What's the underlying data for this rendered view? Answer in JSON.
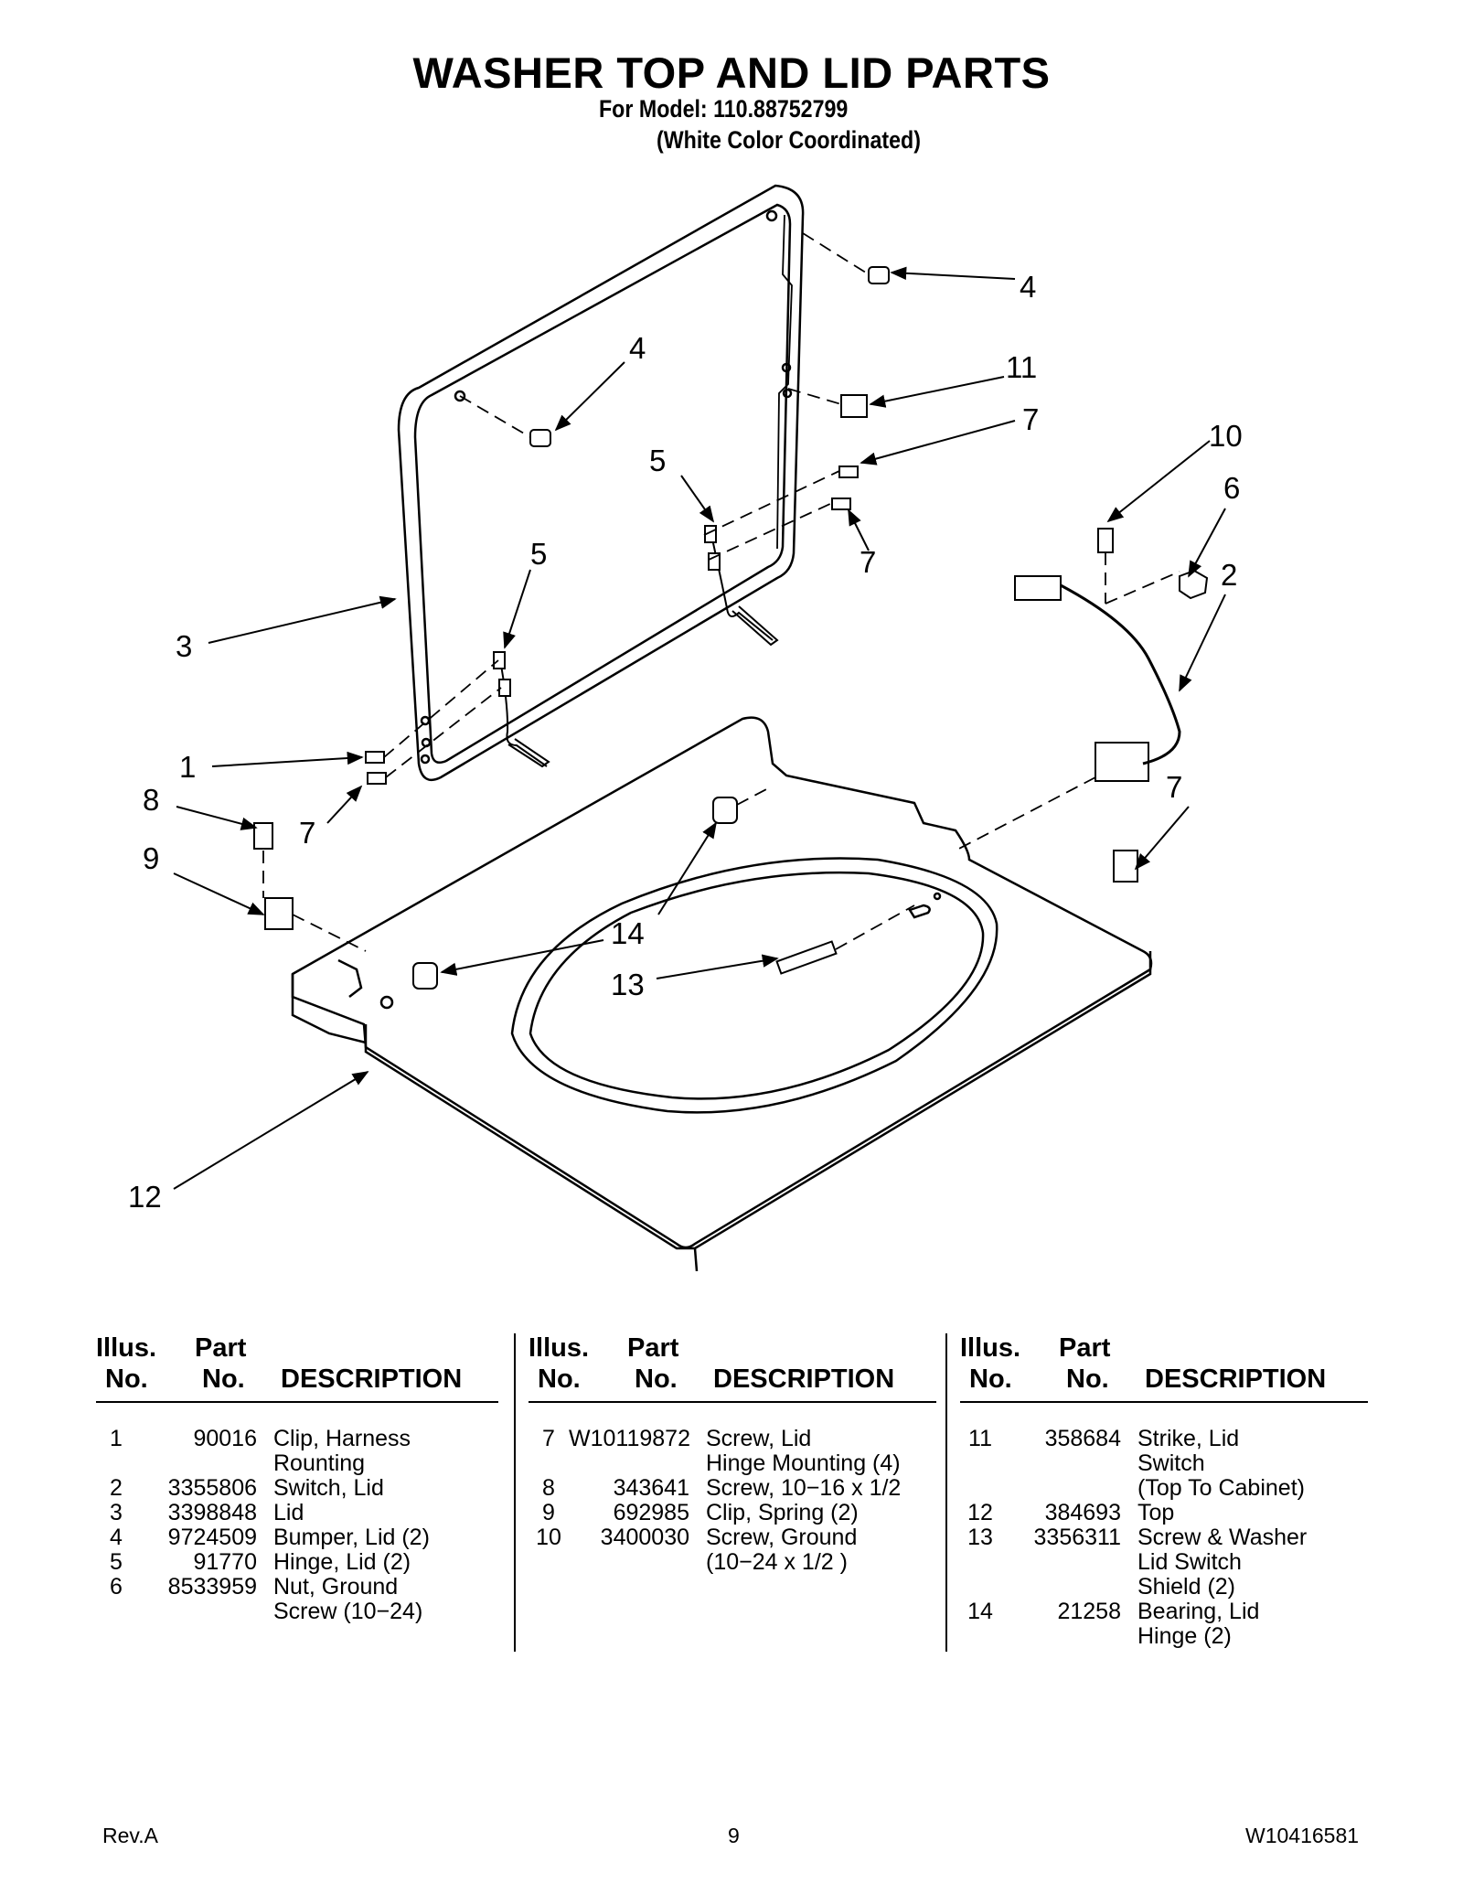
{
  "header": {
    "title": "WASHER TOP AND LID PARTS",
    "model_line": "For Model: 110.88752799",
    "color_line": "(White Color Coordinated)"
  },
  "diagram": {
    "callouts": [
      "4",
      "4",
      "11",
      "7",
      "10",
      "5",
      "6",
      "7",
      "2",
      "5",
      "3",
      "7",
      "1",
      "8",
      "7",
      "9",
      "14",
      "13",
      "12"
    ]
  },
  "table": {
    "headers": {
      "illus_line1": "Illus.",
      "illus_line2": "No.",
      "part_line1": "Part",
      "part_line2": "No.",
      "description": "DESCRIPTION"
    },
    "columns": [
      [
        {
          "illus": "1",
          "part": "90016",
          "desc": "Clip, Harness\nRounting"
        },
        {
          "illus": "2",
          "part": "3355806",
          "desc": "Switch, Lid"
        },
        {
          "illus": "3",
          "part": "3398848",
          "desc": "Lid"
        },
        {
          "illus": "4",
          "part": "9724509",
          "desc": "Bumper, Lid (2)"
        },
        {
          "illus": "5",
          "part": "91770",
          "desc": "Hinge, Lid (2)"
        },
        {
          "illus": "6",
          "part": "8533959",
          "desc": "Nut, Ground\nScrew (10−24)"
        }
      ],
      [
        {
          "illus": "7",
          "part": "W10119872",
          "desc": "Screw, Lid\nHinge Mounting (4)"
        },
        {
          "illus": "8",
          "part": "343641",
          "desc": "Screw, 10−16 x 1/2"
        },
        {
          "illus": "9",
          "part": "692985",
          "desc": "Clip, Spring (2)"
        },
        {
          "illus": "10",
          "part": "3400030",
          "desc": "Screw, Ground\n(10−24 x 1/2 )"
        }
      ],
      [
        {
          "illus": "11",
          "part": "358684",
          "desc": "Strike, Lid\nSwitch\n(Top To Cabinet)"
        },
        {
          "illus": "12",
          "part": "384693",
          "desc": "Top"
        },
        {
          "illus": "13",
          "part": "3356311",
          "desc": "Screw & Washer\nLid Switch\nShield (2)"
        },
        {
          "illus": "14",
          "part": "21258",
          "desc": "Bearing, Lid\nHinge (2)"
        }
      ]
    ]
  },
  "footer": {
    "left": "Rev.A",
    "center": "9",
    "right": "W10416581"
  }
}
